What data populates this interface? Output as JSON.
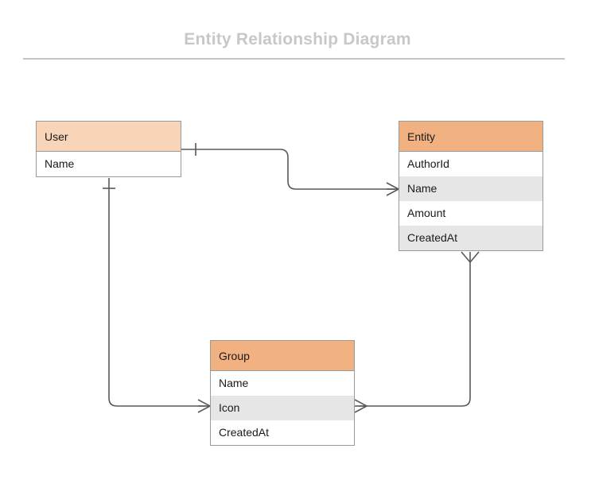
{
  "page": {
    "title": "Entity Relationship Diagram",
    "background_color": "#ffffff",
    "title_color": "#c8c8c8",
    "divider_color": "#c4c4c4"
  },
  "palette": {
    "header_light": "#f8d5b8",
    "header_dark": "#f2b180",
    "row_white": "#ffffff",
    "row_gray": "#e6e6e6",
    "border": "#9a9a9a",
    "connector": "#595959",
    "text": "#1a1a1a"
  },
  "entities": [
    {
      "id": "user",
      "name": "User",
      "header_color": "#f8d5b8",
      "attributes": [
        {
          "name": "Name",
          "shaded": false
        }
      ]
    },
    {
      "id": "entity",
      "name": "Entity",
      "header_color": "#f2b180",
      "attributes": [
        {
          "name": "AuthorId",
          "shaded": false
        },
        {
          "name": "Name",
          "shaded": true
        },
        {
          "name": "Amount",
          "shaded": false
        },
        {
          "name": "CreatedAt",
          "shaded": true
        }
      ]
    },
    {
      "id": "group",
      "name": "Group",
      "header_color": "#f2b180",
      "attributes": [
        {
          "name": "Name",
          "shaded": false
        },
        {
          "name": "Icon",
          "shaded": true
        },
        {
          "name": "CreatedAt",
          "shaded": false
        }
      ]
    }
  ],
  "relationships": [
    {
      "id": "user-entity",
      "from": "User",
      "to": "Entity",
      "from_cardinality": "one",
      "to_cardinality": "many",
      "to_attribute": "Name"
    },
    {
      "id": "user-group",
      "from": "User",
      "to": "Group",
      "from_cardinality": "one",
      "to_cardinality": "many",
      "to_attribute": "Icon"
    },
    {
      "id": "entity-group",
      "from": "Entity",
      "to": "Group",
      "from_cardinality": "many",
      "to_cardinality": "many",
      "to_attribute": "Icon"
    }
  ]
}
